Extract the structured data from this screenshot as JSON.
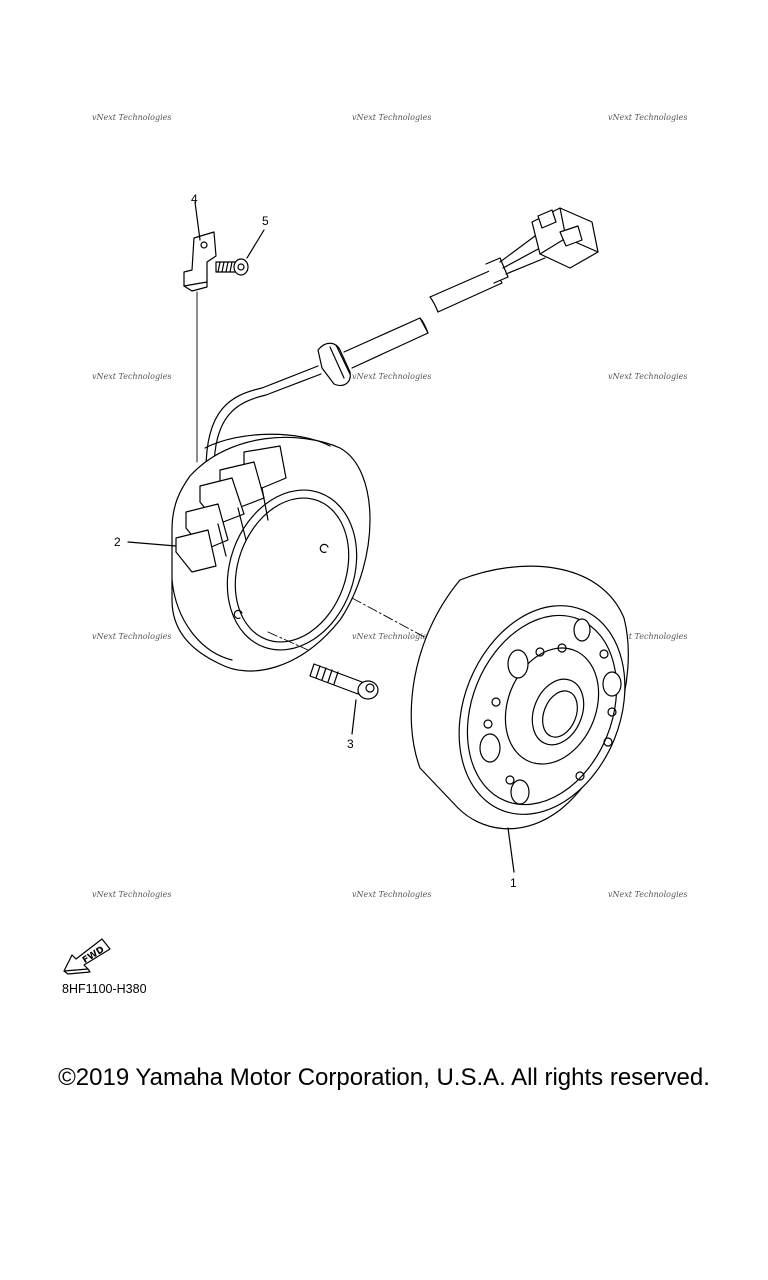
{
  "watermark": {
    "text": "vNext Technologies"
  },
  "callouts": [
    "1",
    "2",
    "3",
    "4",
    "5"
  ],
  "fwd_label": "FWD",
  "diagram_code": "8HF1100-H380",
  "copyright": "©2019 Yamaha Motor Corporation, U.S.A. All rights reserved."
}
